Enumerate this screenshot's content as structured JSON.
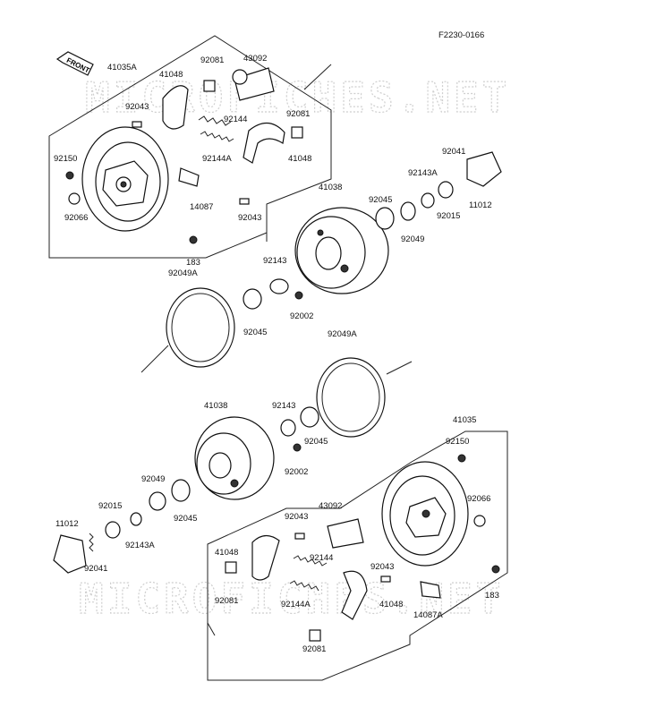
{
  "diagram_code": "F2230-0166",
  "front_label": "FRONT",
  "watermark": "MICROFICHES.NET",
  "labels": [
    {
      "id": "l-41035A",
      "text": "41035A"
    },
    {
      "id": "l-41048-top",
      "text": "41048"
    },
    {
      "id": "l-92081-top1",
      "text": "92081"
    },
    {
      "id": "l-43092-top",
      "text": "43092"
    },
    {
      "id": "l-92043-top1",
      "text": "92043"
    },
    {
      "id": "l-92144-top",
      "text": "92144"
    },
    {
      "id": "l-92081-top2",
      "text": "92081"
    },
    {
      "id": "l-92150-top",
      "text": "92150"
    },
    {
      "id": "l-92144A-top",
      "text": "92144A"
    },
    {
      "id": "l-41048-top2",
      "text": "41048"
    },
    {
      "id": "l-14087",
      "text": "14087"
    },
    {
      "id": "l-92066-top",
      "text": "92066"
    },
    {
      "id": "l-92043-top2",
      "text": "92043"
    },
    {
      "id": "l-183-top",
      "text": "183"
    },
    {
      "id": "l-92041-top",
      "text": "92041"
    },
    {
      "id": "l-92143A-top",
      "text": "92143A"
    },
    {
      "id": "l-11012-top",
      "text": "11012"
    },
    {
      "id": "l-41038-top",
      "text": "41038"
    },
    {
      "id": "l-92045-top1",
      "text": "92045"
    },
    {
      "id": "l-92015-top",
      "text": "92015"
    },
    {
      "id": "l-92049-top",
      "text": "92049"
    },
    {
      "id": "l-92143-top",
      "text": "92143"
    },
    {
      "id": "l-92049A-top",
      "text": "92049A"
    },
    {
      "id": "l-92002-top",
      "text": "92002"
    },
    {
      "id": "l-92045-top2",
      "text": "92045"
    },
    {
      "id": "l-92049A-mid",
      "text": "92049A"
    },
    {
      "id": "l-41038-bot",
      "text": "41038"
    },
    {
      "id": "l-92143-bot",
      "text": "92143"
    },
    {
      "id": "l-41035",
      "text": "41035"
    },
    {
      "id": "l-92045-bot1",
      "text": "92045"
    },
    {
      "id": "l-92150-bot",
      "text": "92150"
    },
    {
      "id": "l-92002-bot",
      "text": "92002"
    },
    {
      "id": "l-92049-bot",
      "text": "92049"
    },
    {
      "id": "l-92066-bot",
      "text": "92066"
    },
    {
      "id": "l-92015-bot",
      "text": "92015"
    },
    {
      "id": "l-92045-bot2",
      "text": "92045"
    },
    {
      "id": "l-11012-bot",
      "text": "11012"
    },
    {
      "id": "l-92043-bot1",
      "text": "92043"
    },
    {
      "id": "l-43092-bot",
      "text": "43092"
    },
    {
      "id": "l-92143A-bot",
      "text": "92143A"
    },
    {
      "id": "l-41048-bot1",
      "text": "41048"
    },
    {
      "id": "l-92144-bot",
      "text": "92144"
    },
    {
      "id": "l-92043-bot2",
      "text": "92043"
    },
    {
      "id": "l-92041-bot",
      "text": "92041"
    },
    {
      "id": "l-92081-bot1",
      "text": "92081"
    },
    {
      "id": "l-92144A-bot",
      "text": "92144A"
    },
    {
      "id": "l-41048-bot2",
      "text": "41048"
    },
    {
      "id": "l-183-bot",
      "text": "183"
    },
    {
      "id": "l-14087A",
      "text": "14087A"
    },
    {
      "id": "l-92081-bot2",
      "text": "92081"
    }
  ]
}
